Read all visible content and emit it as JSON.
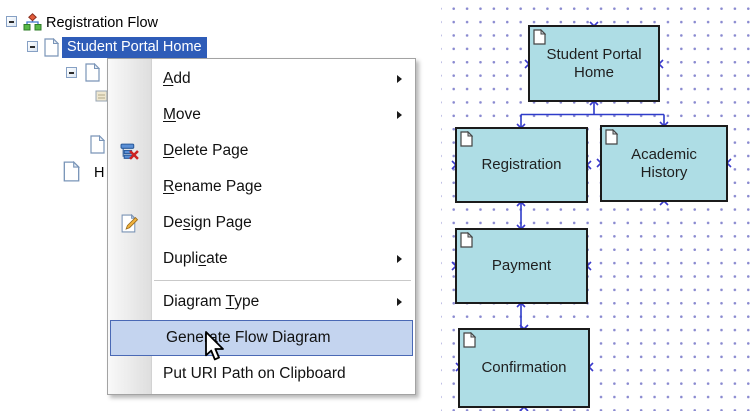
{
  "tree": {
    "root": {
      "label": "Registration Flow"
    },
    "selected_item": {
      "label": "Student Portal Home"
    },
    "partially_hidden_item": {
      "label": "H"
    }
  },
  "context_menu": {
    "items": [
      {
        "label": "Add",
        "mnemonic_index": 0,
        "submenu": true
      },
      {
        "label": "Move",
        "mnemonic_index": 0,
        "submenu": true
      },
      {
        "label": "Delete Page",
        "mnemonic_index": 0,
        "icon": "delete-page-icon"
      },
      {
        "label": "Rename Page",
        "mnemonic_index": 0
      },
      {
        "label": "Design Page",
        "mnemonic_index": 2,
        "icon": "design-page-icon"
      },
      {
        "label": "Duplicate",
        "mnemonic_index": 5,
        "submenu": true
      },
      {
        "label": "Diagram Type",
        "mnemonic_index": 8,
        "submenu": true
      },
      {
        "label": "Generate Flow Diagram",
        "mnemonic_index": -1,
        "highlighted": true
      },
      {
        "label": "Put URI Path on Clipboard",
        "mnemonic_index": -1
      }
    ]
  },
  "diagram": {
    "nodes": [
      {
        "label": "Student Portal Home"
      },
      {
        "label": "Registration"
      },
      {
        "label": "Academic History"
      },
      {
        "label": "Payment"
      },
      {
        "label": "Confirmation"
      }
    ]
  },
  "colors": {
    "selection": "#2e5cb8",
    "menu_highlight": "#c4d4ef",
    "menu_highlight_border": "#4a69b5",
    "node_fill": "#aedde5",
    "node_border": "#1b1b1b",
    "connector": "#2f3cc9",
    "grid_dot": "#8a8ad0"
  }
}
